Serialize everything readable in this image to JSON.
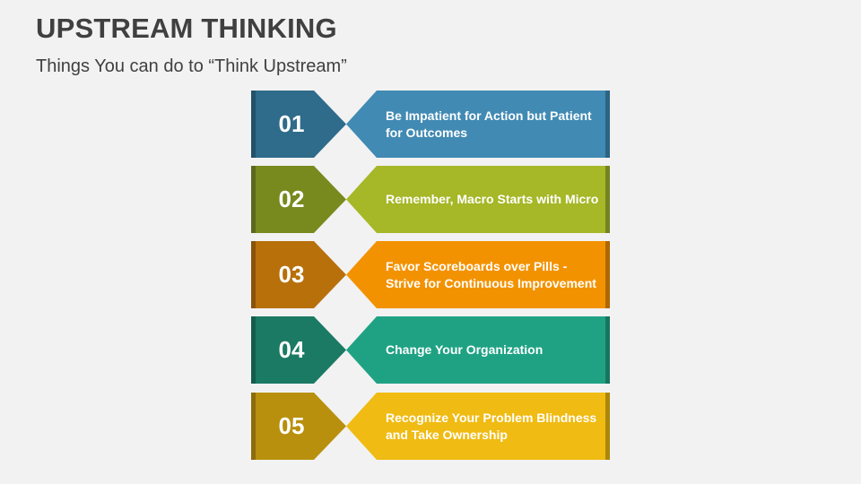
{
  "header": {
    "title": "UPSTREAM THINKING",
    "subtitle": "Things You can do to “Think Upstream”"
  },
  "items": [
    {
      "number": "01",
      "text": "Be Impatient for Action but Patient for Outcomes",
      "dark": "#2f6b8a",
      "light": "#418ab3",
      "edge": "#1f4b63"
    },
    {
      "number": "02",
      "text": "Remember, Macro Starts with Micro",
      "dark": "#788a1e",
      "light": "#a6b727",
      "edge": "#54611a"
    },
    {
      "number": "03",
      "text": "Favor Scoreboards over Pills - Strive for Continuous Improvement",
      "dark": "#b8700a",
      "light": "#f39200",
      "edge": "#7e4c08"
    },
    {
      "number": "04",
      "text": "Change Your Organization",
      "dark": "#1b7a64",
      "light": "#1fa284",
      "edge": "#135646"
    },
    {
      "number": "05",
      "text": "Recognize Your Problem Blindness and Take Ownership",
      "dark": "#b8900e",
      "light": "#f0bb12",
      "edge": "#7f6409"
    }
  ]
}
